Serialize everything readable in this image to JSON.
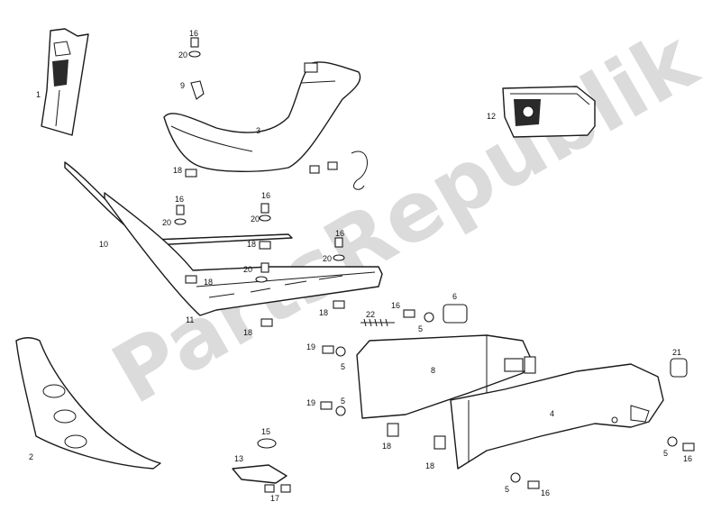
{
  "watermark": {
    "text": "PartsRepublik",
    "color": "#cfcfcf"
  },
  "callouts": {
    "c1": "1",
    "c2": "2",
    "c3": "3",
    "c4": "4",
    "c5a": "5",
    "c5b": "5",
    "c5c": "5",
    "c5d": "5",
    "c5e": "5",
    "c6": "6",
    "c8": "8",
    "c9": "9",
    "c10": "10",
    "c11": "11",
    "c12": "12",
    "c13": "13",
    "c15": "15",
    "c16a": "16",
    "c16b": "16",
    "c16c": "16",
    "c16d": "16",
    "c16e": "16",
    "c16f": "16",
    "c16g": "16",
    "c17": "17",
    "c18a": "18",
    "c18b": "18",
    "c18c": "18",
    "c18d": "18",
    "c18e": "18",
    "c18f": "18",
    "c18g": "18",
    "c19a": "19",
    "c19b": "19",
    "c20a": "20",
    "c20b": "20",
    "c20c": "20",
    "c20d": "20",
    "c20e": "20",
    "c21": "21",
    "c22": "22"
  },
  "icons": [
    "cover-panel-icon",
    "footrest-icon",
    "side-panel-icon",
    "bolt-icon",
    "washer-icon",
    "clip-icon",
    "lock-icon"
  ]
}
